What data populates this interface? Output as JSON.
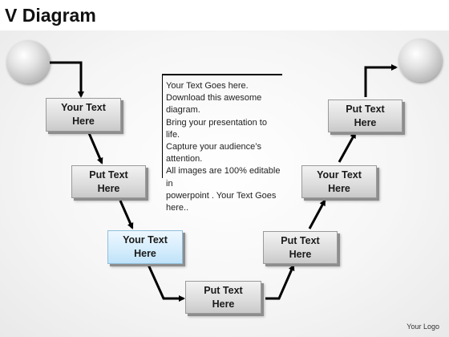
{
  "title": "V Diagram",
  "text_panel": "Your Text Goes here.\nDownload this awesome diagram.\nBring your presentation to life.\nCapture your audience’s\nattention.\nAll images are 100% editable in\npowerpoint . Your Text Goes\nhere..",
  "steps": [
    {
      "label": "Your Text\nHere"
    },
    {
      "label": "Put Text\nHere"
    },
    {
      "label": "Your Text\nHere"
    },
    {
      "label": "Put Text\nHere"
    },
    {
      "label": "Put Text\nHere"
    },
    {
      "label": "Your Text\nHere"
    },
    {
      "label": "Put Text\nHere"
    }
  ],
  "highlighted_step_index": 2,
  "logo": "Your Logo",
  "colors": {
    "box_fill": "#dcdcdc",
    "highlight_fill": "#d3ecfc",
    "arrow": "#000000"
  }
}
